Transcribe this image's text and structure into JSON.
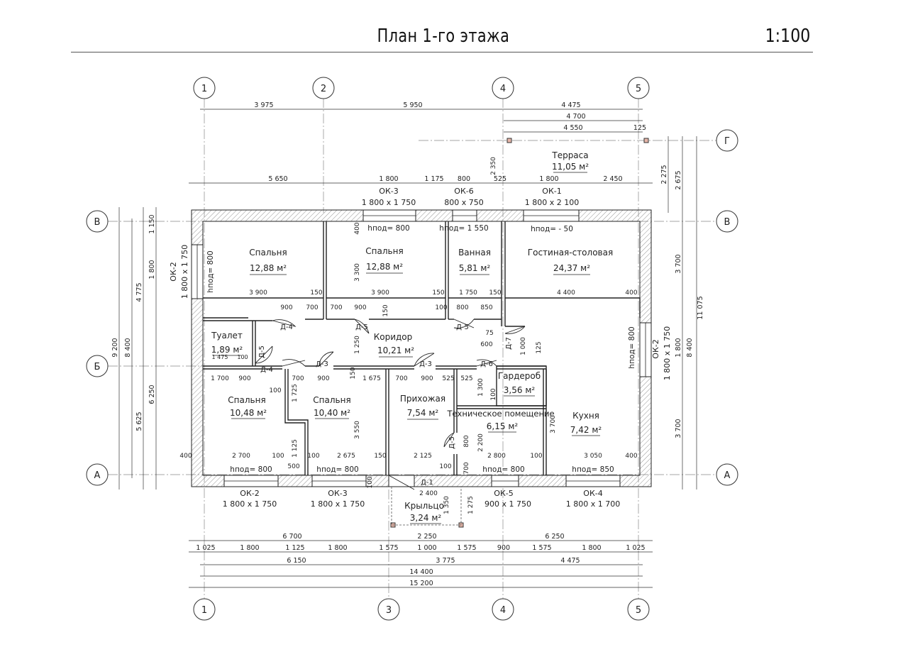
{
  "header": {
    "title": "План 1-го этажа",
    "scale": "1:100"
  },
  "axes": {
    "columns_top": [
      "1",
      "2",
      "4",
      "5"
    ],
    "columns_bottom": [
      "1",
      "3",
      "4",
      "5"
    ],
    "rows_left": [
      "В",
      "Б",
      "А"
    ],
    "rows_right": [
      "Г",
      "В",
      "А"
    ]
  },
  "rooms": [
    {
      "name": "Спальня",
      "area": "12,88 м²"
    },
    {
      "name": "Спальня",
      "area": "12,88 м²"
    },
    {
      "name": "Ванная",
      "area": "5,81 м²"
    },
    {
      "name": "Гостиная-столовая",
      "area": "24,37 м²"
    },
    {
      "name": "Туалет",
      "area": "1,89 м²"
    },
    {
      "name": "Коридор",
      "area": "10,21 м²"
    },
    {
      "name": "Спальня",
      "area": "10,48 м²"
    },
    {
      "name": "Спальня",
      "area": "10,40 м²"
    },
    {
      "name": "Прихожая",
      "area": "7,54 м²"
    },
    {
      "name": "Гардероб",
      "area": "3,56 м²"
    },
    {
      "name": "Техническое помещение",
      "area": "6,15 м²"
    },
    {
      "name": "Кухня",
      "area": "7,42 м²"
    },
    {
      "name": "Терраса",
      "area": "11,05 м²"
    },
    {
      "name": "Крыльцо",
      "area": "3,24 м²"
    }
  ],
  "windows_top": [
    {
      "mark": "ОК-3",
      "size": "1 800 х 1 750",
      "sill": "hпод= 800"
    },
    {
      "mark": "ОК-6",
      "size": "800 х 750",
      "sill": "hпод= 1 550"
    },
    {
      "mark": "ОК-1",
      "size": "1 800 х 2 100",
      "sill": "hпод= - 50"
    }
  ],
  "windows_bottom": [
    {
      "mark": "ОК-2",
      "size": "1 800 х 1 750",
      "sill": "hпод= 800"
    },
    {
      "mark": "ОК-3",
      "size": "1 800 х 1 750",
      "sill": "hпод= 800"
    },
    {
      "mark": "ОК-5",
      "size": "900 х 1 750",
      "sill": "hпод= 800"
    },
    {
      "mark": "ОК-4",
      "size": "1 800 х 1 700",
      "sill": "hпод= 850"
    }
  ],
  "window_left": {
    "mark": "ОК-2",
    "size": "1 800 х 1 750",
    "sill": "hпод= 800"
  },
  "window_right": {
    "mark": "ОК-2",
    "size": "1 800 х 1 750",
    "sill": "hпод= 800"
  },
  "doors": [
    "Д-4",
    "Д-5",
    "Д-5",
    "Д-4",
    "Д-3",
    "Д-3",
    "Д-6",
    "Д-7",
    "Д-5",
    "Д-1"
  ],
  "dims_top": {
    "row1": [
      "3 975",
      "5 950",
      "4 475"
    ],
    "row2": [
      "4 700"
    ],
    "row3": [
      "4 550",
      "125"
    ],
    "row4": [
      "5 650",
      "1 800",
      "1 175",
      "800",
      "525",
      "1 800",
      "2 450"
    ]
  },
  "dims_bottom": {
    "row1": [
      "6 700",
      "2 250",
      "6 250"
    ],
    "row2": [
      "1 025",
      "1 800",
      "1 125",
      "1 800",
      "1 575",
      "1 000",
      "1 575",
      "900",
      "1 575",
      "1 800",
      "1 025"
    ],
    "row3": [
      "6 150",
      "3 775",
      "4 475"
    ],
    "row4": [
      "14 400"
    ],
    "row5": [
      "15 200"
    ]
  },
  "dims_left": [
    "9 200",
    "8 400",
    "4 775",
    "5 625",
    "6 250",
    "1 150",
    "1 800"
  ],
  "dims_right": [
    "2 275",
    "2 675",
    "3 700",
    "11 075",
    "1 800",
    "8 400",
    "3 700"
  ],
  "inner_dims": [
    "3 900",
    "150",
    "3 900",
    "150",
    "1 750",
    "150",
    "4 400",
    "400",
    "900",
    "700",
    "700",
    "900",
    "100",
    "800",
    "850",
    "2 350",
    "3 300",
    "400",
    "1 250",
    "150",
    "1 700",
    "900",
    "700",
    "900",
    "1 675",
    "700",
    "900",
    "525",
    "525",
    "1 475",
    "100",
    "100",
    "1 725",
    "2 700",
    "100",
    "100",
    "2 675",
    "150",
    "2 125",
    "2 800",
    "100",
    "3 050",
    "400",
    "400",
    "3 550",
    "3 700",
    "1 125",
    "500",
    "100",
    "100",
    "1 350",
    "1 275",
    "2 400",
    "100",
    "700",
    "800",
    "2 200",
    "1 300",
    "100",
    "1 000",
    "125",
    "75",
    "600",
    "150"
  ]
}
